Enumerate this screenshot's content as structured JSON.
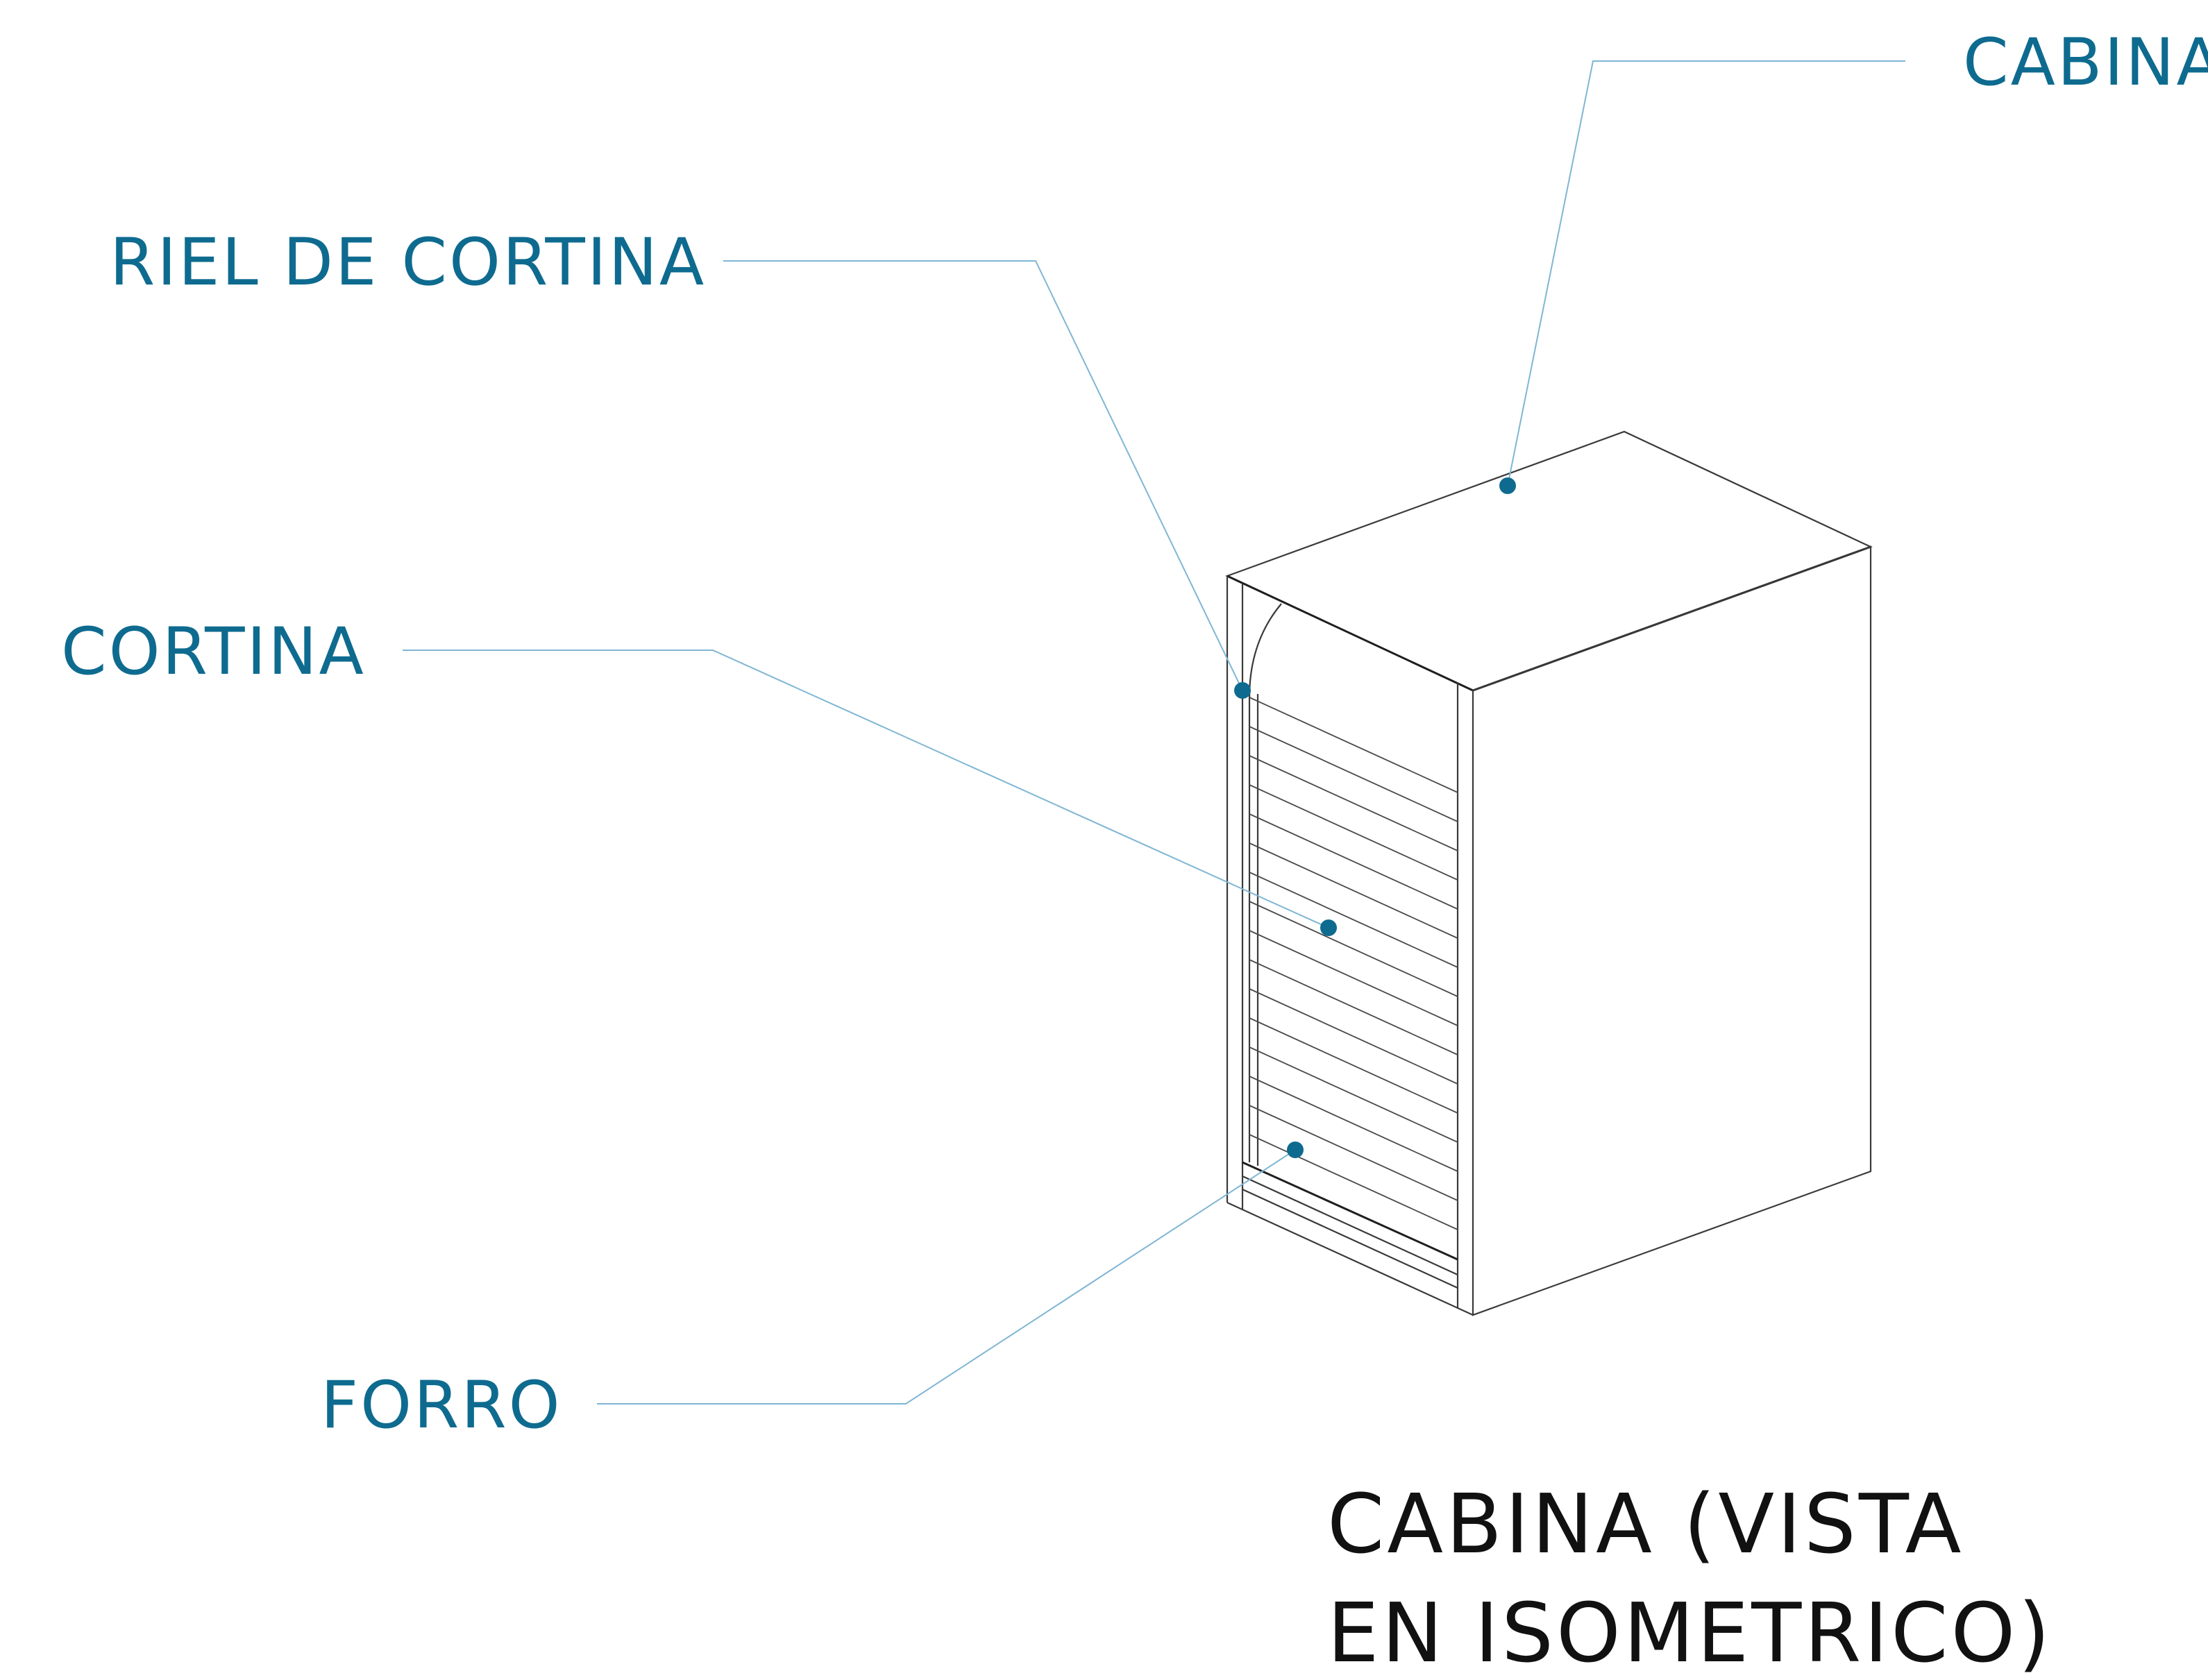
{
  "colors": {
    "label": "#0e6b8f",
    "leader": "#7fb6d4",
    "dot": "#0e6b8f",
    "outline": "#3a3a3a",
    "caption": "#111111"
  },
  "labels": {
    "cabina": "CABINA",
    "riel": "RIEL DE CORTINA",
    "cortina": "CORTINA",
    "forro": "FORRO"
  },
  "caption": {
    "line1": "CABINA (VISTA",
    "line2": "EN ISOMETRICO)"
  }
}
